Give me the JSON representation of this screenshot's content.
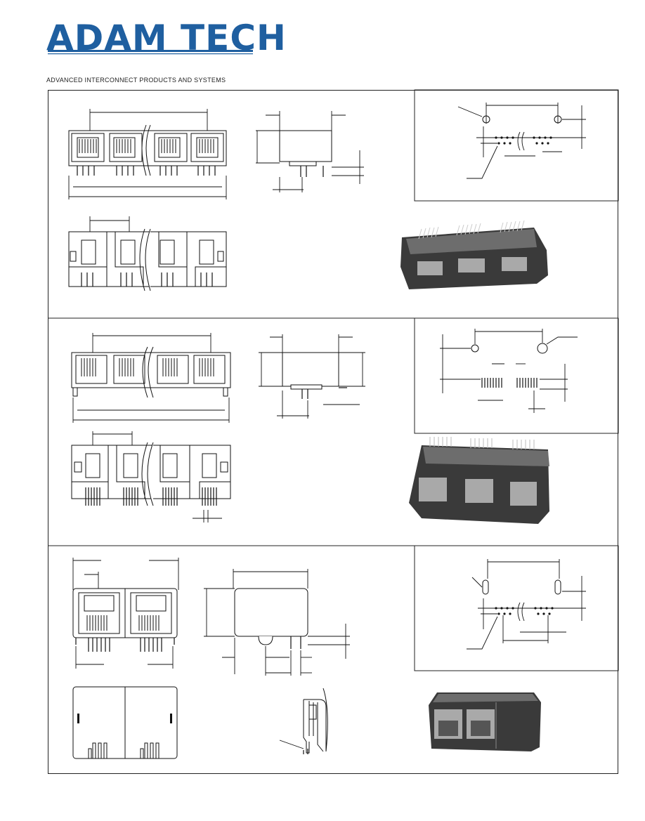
{
  "header": {
    "brand": "ADAM TECH",
    "tagline": "ADVANCED INTERCONNECT PRODUCTS AND SYSTEMS",
    "brand_color": "#1f5fa0"
  },
  "sections": [
    {
      "id": "gang-jack-standard",
      "views": [
        "front-view",
        "side-view",
        "pcb-layout",
        "bottom-view",
        "product-photo"
      ]
    },
    {
      "id": "gang-jack-tall",
      "views": [
        "front-view",
        "side-view",
        "pcb-layout",
        "bottom-view",
        "product-photo"
      ]
    },
    {
      "id": "dual-jack",
      "views": [
        "front-view",
        "side-view",
        "pcb-layout",
        "rear-view",
        "side-detail",
        "product-photo"
      ]
    }
  ]
}
